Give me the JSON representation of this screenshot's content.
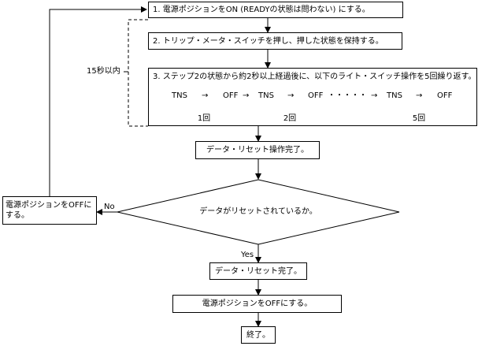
{
  "steps": {
    "step1": "1. 電源ポジションをON (READYの状態は問わない) にする。",
    "step2": "2. トリップ・メータ・スイッチを押し、押した状態を保持する。",
    "step3": "3. ステップ2の状態から約2秒以上経過後に、以下のライト・スイッチ操作を5回繰り返す。",
    "seq_tns": "TNS",
    "seq_off": "OFF",
    "seq_arrow": "→",
    "seq_dots": "・・・・・",
    "rep1": "1回",
    "rep2": "2回",
    "rep5": "5回",
    "time_label": "15秒以内",
    "op_complete": "データ・リセット操作完了。",
    "decision": "データがリセットされているか。",
    "yes_label": "Yes",
    "no_label": "No",
    "no_box": "電源ポジションをOFFにする。",
    "reset_complete": "データ・リセット完了。",
    "power_off": "電源ポジションをOFFにする。",
    "end": "終了。"
  }
}
